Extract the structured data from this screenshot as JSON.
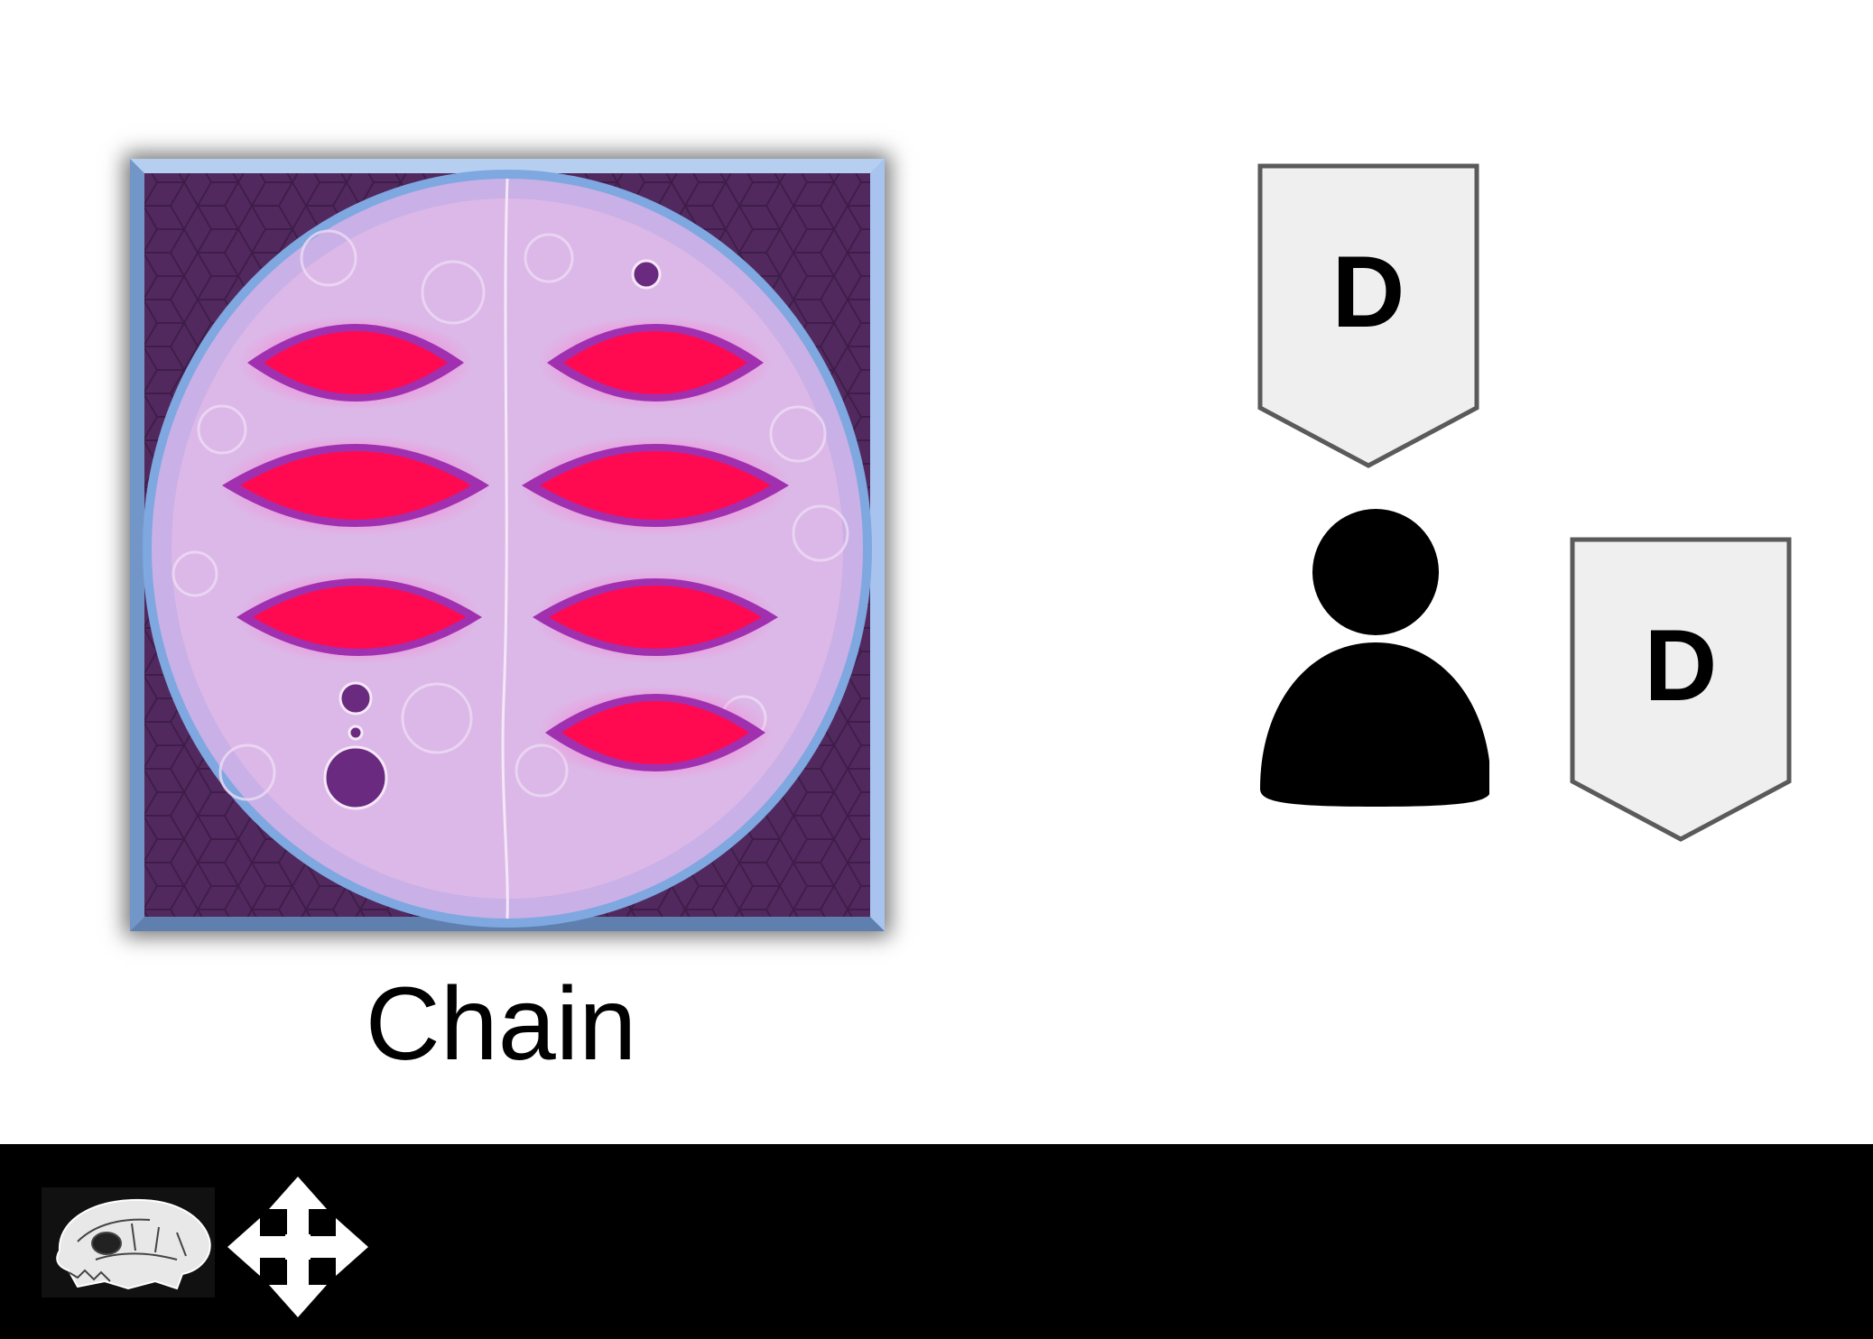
{
  "card": {
    "label": "Chain",
    "icon": "chain-card-art",
    "colors": {
      "frame": "#8fb4e6",
      "background": "#52295e",
      "disc": "#dcb8e8",
      "slot_fill": "#ff0a50",
      "slot_rim": "#a030b0",
      "hole": "#6a2a80"
    }
  },
  "tags": [
    {
      "letter": "D",
      "icon": "tag-icon"
    },
    {
      "letter": "D",
      "icon": "tag-icon"
    }
  ],
  "player": {
    "icon": "person-icon"
  },
  "toolbar": {
    "skull_icon": "skull-icon",
    "move_icon": "move-arrows-icon"
  }
}
